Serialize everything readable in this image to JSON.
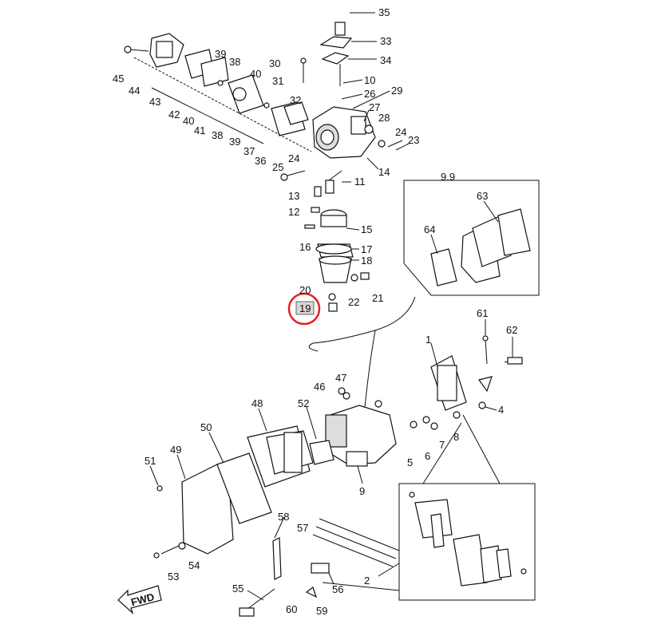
{
  "diagram": {
    "variant_label": "9.9",
    "highlighted_part": "19",
    "fwd_label": "FWD",
    "part_numbers": [
      "1",
      "2",
      "4",
      "5",
      "6",
      "7",
      "8",
      "9",
      "10",
      "11",
      "12",
      "13",
      "14",
      "15",
      "16",
      "17",
      "18",
      "19",
      "20",
      "21",
      "22",
      "23",
      "24",
      "24",
      "25",
      "26",
      "27",
      "28",
      "29",
      "30",
      "31",
      "32",
      "33",
      "34",
      "35",
      "36",
      "37",
      "38",
      "38",
      "39",
      "39",
      "40",
      "40",
      "41",
      "42",
      "43",
      "44",
      "45",
      "46",
      "47",
      "48",
      "49",
      "50",
      "51",
      "52",
      "53",
      "54",
      "55",
      "56",
      "57",
      "58",
      "59",
      "60",
      "61",
      "62",
      "63",
      "64"
    ]
  }
}
